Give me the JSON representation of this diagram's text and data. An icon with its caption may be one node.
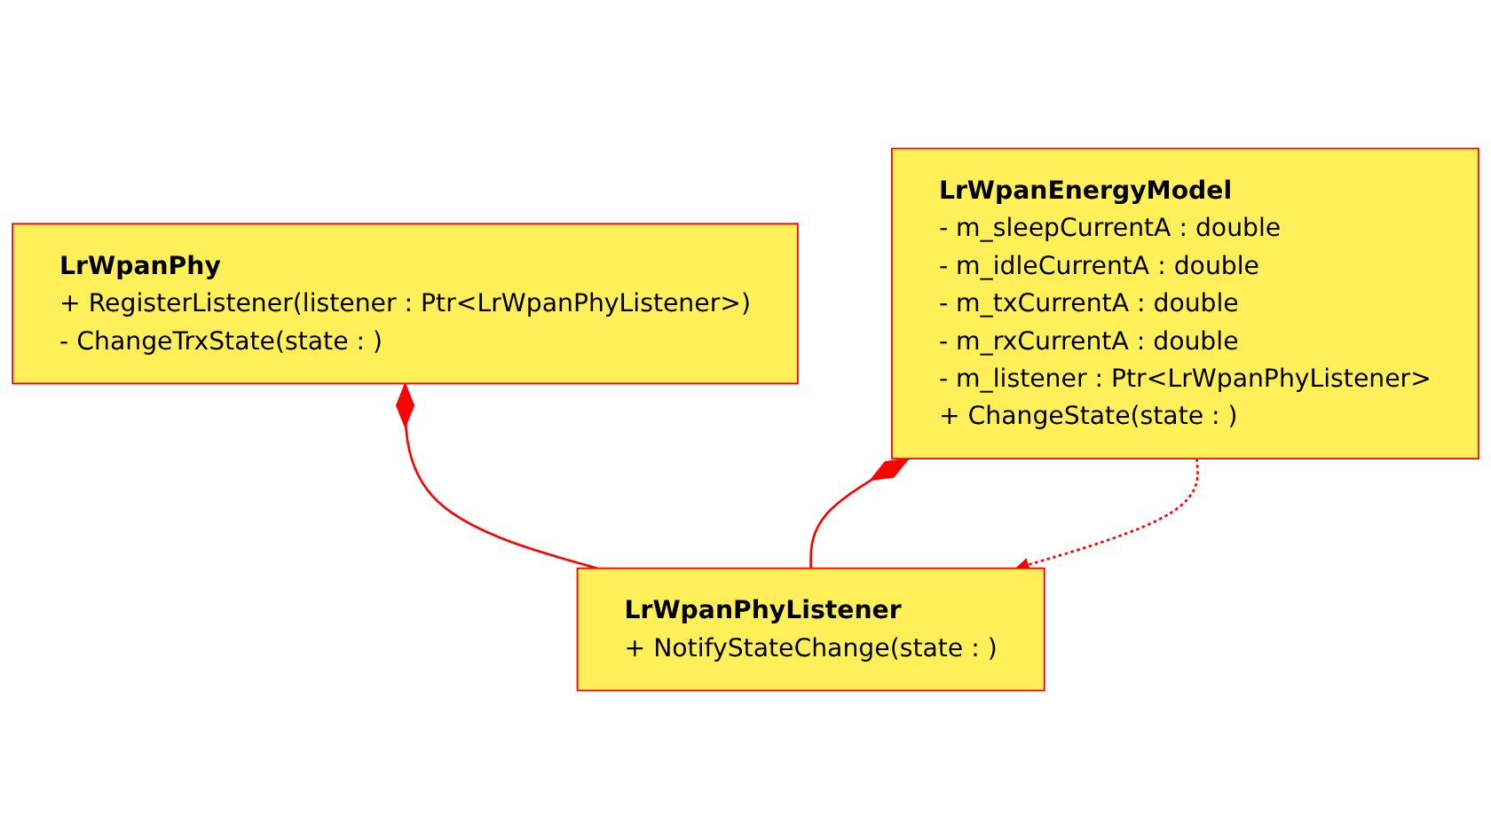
{
  "diagram": {
    "nodes": [
      {
        "text": [
          "LrWpanPhy",
          "+ RegisterListener(listener : Ptr<LrWpanPhyListener>)",
          "- ChangeTrxState(state : )"
        ]
      },
      {
        "text": [
          "LrWpanPhyListener",
          "+ NotifyStateChange(state : )"
        ]
      },
      {
        "text": [
          "LrWpanEnergyModel",
          "- m_sleepCurrentA : double",
          "- m_idleCurrentA : double",
          "- m_txCurrentA : double",
          "- m_rxCurrentA : double",
          "- m_listener : Ptr<LrWpanPhyListener>",
          "+ ChangeState(state : )"
        ]
      }
    ],
    "edges": [
      {
        "from": 0,
        "to": 1,
        "arrow": "other"
      },
      {
        "from": 2,
        "to": 1,
        "arrow": "other"
      },
      {
        "from": 2,
        "to": 1,
        "arrow": "to",
        "style": "dashed"
      }
    ]
  }
}
